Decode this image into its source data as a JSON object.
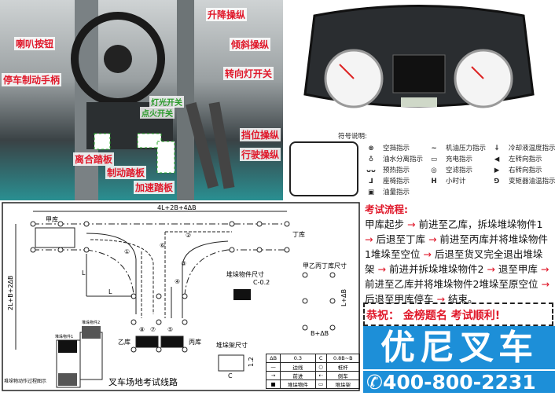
{
  "photo": {
    "labels": [
      "升降操纵",
      "喇叭按钮",
      "倾斜操纵",
      "停车制动手柄",
      "转向灯开关",
      "灯光开关",
      "点火开关",
      "挡位操纵",
      "离合踏板",
      "行驶操纵",
      "制动踏板",
      "加速踏板"
    ]
  },
  "legend": {
    "title": "符号说明:",
    "items": [
      {
        "icon": "neutral-icon",
        "glyph": "⊗",
        "label": "空挡指示"
      },
      {
        "icon": "oil-water-icon",
        "glyph": "♁",
        "label": "油水分离指示"
      },
      {
        "icon": "preheat-icon",
        "glyph": "ᴗᴗ",
        "label": "预热指示"
      },
      {
        "icon": "seat-icon",
        "glyph": "⅃",
        "label": "座椅指示"
      },
      {
        "icon": "fuel-icon",
        "glyph": "▣",
        "label": "油量指示"
      },
      {
        "icon": "oil-pressure-icon",
        "glyph": "~",
        "label": "机油压力指示"
      },
      {
        "icon": "battery-icon",
        "glyph": "▭",
        "label": "充电指示"
      },
      {
        "icon": "air-filter-icon",
        "glyph": "◎",
        "label": "空滤指示"
      },
      {
        "icon": "hour-meter-icon",
        "glyph": "H",
        "label": "小时计"
      },
      {
        "icon": "coolant-temp-icon",
        "glyph": "⸸",
        "label": "冷却液温度指示"
      },
      {
        "icon": "left-turn-icon",
        "glyph": "◀",
        "label": "左转向指示"
      },
      {
        "icon": "right-turn-icon",
        "glyph": "▶",
        "label": "右转向指示"
      },
      {
        "icon": "converter-oil-temp-icon",
        "glyph": "⅁",
        "label": "变矩器油温指示"
      }
    ]
  },
  "diagram": {
    "title": "叉车场地考试线路",
    "width_label": "4L+2B+4ΔB",
    "height_label": "2L+B+2ΔB",
    "stations": {
      "jia": "甲库",
      "yi": "乙库",
      "bing": "丙库",
      "ding": "丁库"
    },
    "L": "L",
    "route_numbers": [
      "①",
      "②",
      "③",
      "④",
      "⑤",
      "⑥",
      "⑦",
      "⑧"
    ],
    "cargo_size": {
      "title": "堆垛物件尺寸",
      "dim": "C-0.2"
    },
    "bay_size": {
      "title": "甲乙丙丁库尺寸",
      "dim_v": "L+ΔB",
      "dim_h": "B+ΔB"
    },
    "rack_size": {
      "title": "堆垛架尺寸",
      "dim_v": "1.2",
      "dim_h": "C"
    },
    "process": {
      "title": "堆垛物动作过程图示",
      "item1": "堆垛物件1",
      "item2": "堆垛物件2"
    },
    "table": [
      [
        "ΔB",
        "0.3",
        "C",
        "0.8B~B"
      ],
      [
        "",
        "边线",
        "",
        "桩杆"
      ],
      [
        "",
        "前进",
        "",
        "倒车"
      ],
      [
        "",
        "堆垛物件",
        "",
        "堆垛架"
      ]
    ]
  },
  "procedure": {
    "title": "考试流程:",
    "steps": [
      "甲库起步",
      "前进至乙库，拆垛堆垛物件1",
      "后退至丁库",
      "前进至丙库并将堆垛物件1堆垛至空位",
      "后退至货叉完全退出堆垛架",
      "前进并拆垛堆垛物件2",
      "退至甲库",
      "前进至乙库并将堆垛物件2堆垛至原空位",
      "后退至甲库停车",
      "结束。"
    ]
  },
  "congrats": "恭祝： 金榜题名 考试顺利!",
  "brand": "优尼叉车",
  "phone": "400-800-2231",
  "colors": {
    "accent_red": "#e0182a",
    "brand_blue": "#1d8fd8"
  }
}
